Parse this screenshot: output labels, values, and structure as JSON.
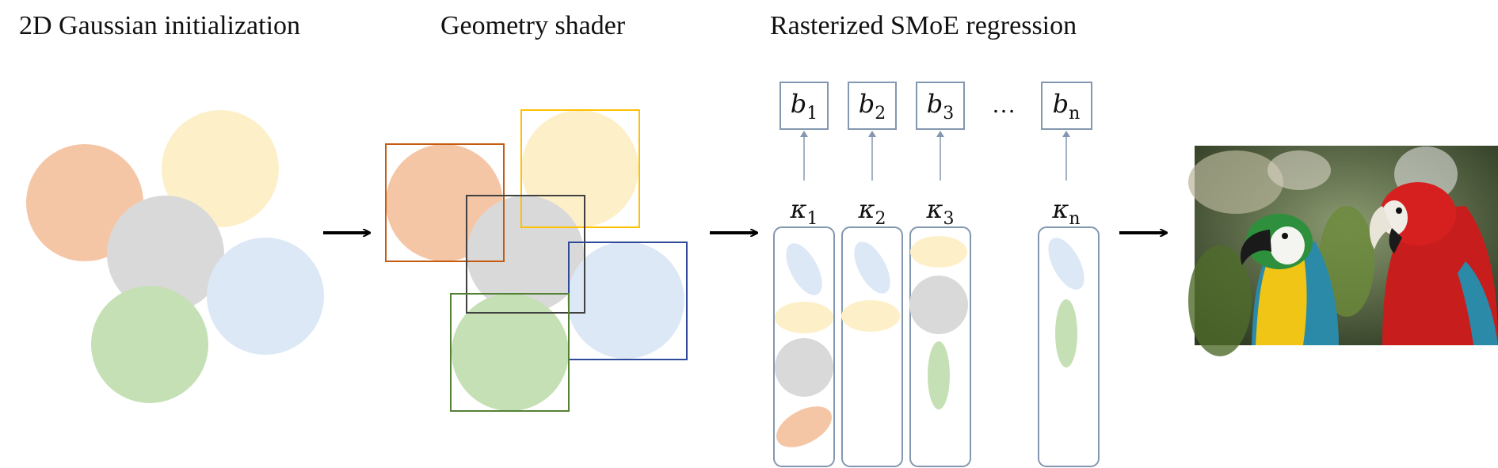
{
  "headings": {
    "init": "2D Gaussian initialization",
    "geometry": "Geometry shader",
    "regression": "Rasterized SMoE regression"
  },
  "colors": {
    "orange": "#f5c6a6",
    "yellow": "#fdf0c9",
    "gray": "#d9d9d9",
    "blue": "#dce8f5",
    "green": "#c5e0b5",
    "box_orange": "#c55a11",
    "box_yellow": "#ffc000",
    "box_gray": "#404040",
    "box_blue": "#2f4a9a",
    "box_green": "#548235",
    "column_border": "#8497b0",
    "arrow": "#000000"
  },
  "experts": [
    {
      "symbol": "b",
      "sub": "1"
    },
    {
      "symbol": "b",
      "sub": "2"
    },
    {
      "symbol": "b",
      "sub": "3"
    },
    {
      "symbol": "b",
      "sub": "n"
    }
  ],
  "ellipsis": "…",
  "kernels": [
    {
      "symbol": "κ",
      "sub": "1"
    },
    {
      "symbol": "κ",
      "sub": "2"
    },
    {
      "symbol": "κ",
      "sub": "3"
    },
    {
      "symbol": "κ",
      "sub": "n"
    }
  ],
  "output_image": "parrots-photo"
}
